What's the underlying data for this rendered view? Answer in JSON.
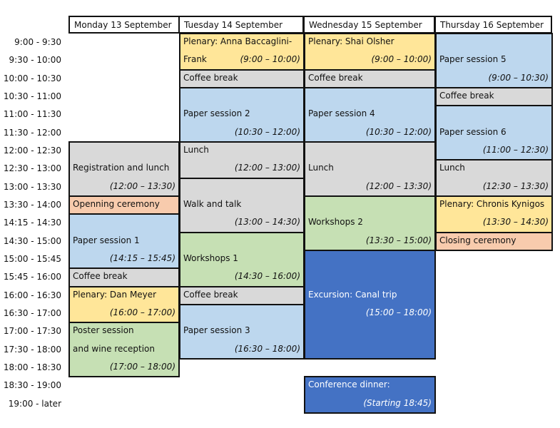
{
  "days": [
    "Monday 13 September",
    "Tuesday 14 September",
    "Wednesday 15 September",
    "Thursday 16 September"
  ],
  "times": [
    "9:00 -  9:30",
    "9:30 - 10:00",
    "10:00 - 10:30",
    "10:30 - 11:00",
    "11:00 - 11:30",
    "11:30 - 12:00",
    "12:00 - 12:30",
    "12:30 - 13:00",
    "13:00 - 13:30",
    "13:30 - 14:00",
    "14:15 - 14:30",
    "14:30 - 15:00",
    "15:00 - 15:45",
    "15:45 - 16:00",
    "16:00 - 16:30",
    "16:30 - 17:00",
    "17:00 - 17:30",
    "17:30 - 18:00",
    "18:00 - 18:30",
    "18:30 - 19:00",
    "19:00 - later"
  ],
  "colors": {
    "plenary": "#ffe699",
    "break": "#d9d9d9",
    "paper": "#bdd7ee",
    "workshop": "#c6e0b4",
    "ceremony": "#f8cbad",
    "social": "#4472c4"
  },
  "mon": [
    {
      "title": "Registration and lunch",
      "time": "(12:00 – 13:30)"
    },
    {
      "title": "Openning ceremony"
    },
    {
      "title": "Paper session 1",
      "time": "(14:15 – 15:45)"
    },
    {
      "title": "Coffee break"
    },
    {
      "title": "Plenary: Dan Meyer",
      "time": "(16:00 – 17:00)"
    },
    {
      "title": "Poster session",
      "title2": "and wine reception",
      "time": "(17:00 – 18:00)"
    }
  ],
  "tue": [
    {
      "title": "Plenary: Anna Baccaglini-",
      "title2": "Frank",
      "time": "(9:00 – 10:00)"
    },
    {
      "title": "Coffee break"
    },
    {
      "title": "Paper session 2",
      "time": "(10:30 – 12:00)"
    },
    {
      "title": "Lunch",
      "time": "(12:00 – 13:00)"
    },
    {
      "title": "Walk and talk",
      "time": "(13:00 – 14:30)"
    },
    {
      "title": "Workshops 1",
      "time": "(14:30 – 16:00)"
    },
    {
      "title": "Coffee break"
    },
    {
      "title": "Paper session 3",
      "time": "(16:30 – 18:00)"
    }
  ],
  "wed": [
    {
      "title": "Plenary: Shai Olsher",
      "time": "(9:00 – 10:00)"
    },
    {
      "title": "Coffee break"
    },
    {
      "title": "Paper session 4",
      "time": "(10:30 – 12:00)"
    },
    {
      "title": "Lunch",
      "time": "(12:00 – 13:30)"
    },
    {
      "title": "Workshops 2",
      "time": "(13:30 – 15:00)"
    },
    {
      "title": "Excursion: Canal trip",
      "time": "(15:00 – 18:00)"
    },
    {
      "title": "Conference dinner:",
      "time": "(Starting 18:45)"
    }
  ],
  "thu": [
    {
      "title": "Paper session 5",
      "time": "(9:00 – 10:30)"
    },
    {
      "title": "Coffee break"
    },
    {
      "title": "Paper session 6",
      "time": "(11:00 – 12:30)"
    },
    {
      "title": "Lunch",
      "time": "(12:30 – 13:30)"
    },
    {
      "title": "Plenary: Chronis Kynigos",
      "time": "(13:30 – 14:30)"
    },
    {
      "title": "Closing ceremony"
    }
  ]
}
